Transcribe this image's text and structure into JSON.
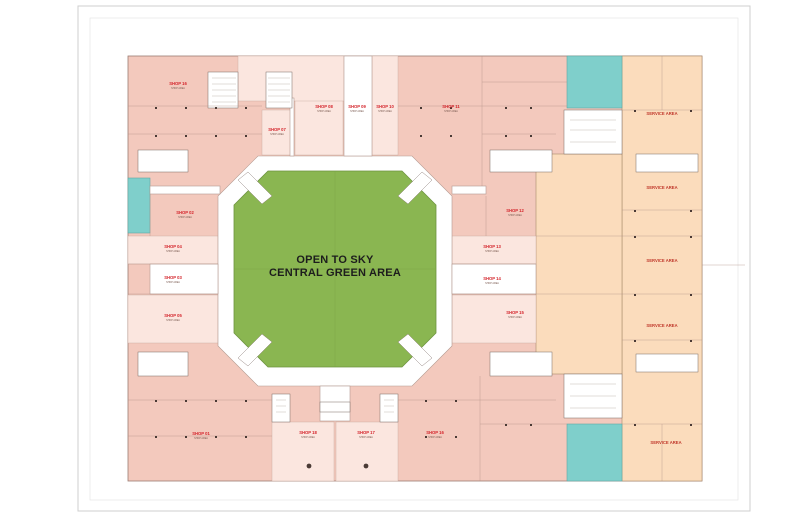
{
  "green_area": {
    "line1": "OPEN TO SKY",
    "line2": "CENTRAL GREEN AREA"
  },
  "shops": [
    {
      "id": "shop-16-top",
      "label": "SHOP 16",
      "sub": "SHOP AREA"
    },
    {
      "id": "shop-07",
      "label": "SHOP 07",
      "sub": "SHOP AREA"
    },
    {
      "id": "shop-08",
      "label": "SHOP 08",
      "sub": "SHOP AREA"
    },
    {
      "id": "shop-09",
      "label": "SHOP 09",
      "sub": "SHOP AREA"
    },
    {
      "id": "shop-10",
      "label": "SHOP 10",
      "sub": "SHOP AREA"
    },
    {
      "id": "shop-11",
      "label": "SHOP 11",
      "sub": "SHOP AREA"
    },
    {
      "id": "shop-12",
      "label": "SHOP 12",
      "sub": "SHOP AREA"
    },
    {
      "id": "shop-13",
      "label": "SHOP 13",
      "sub": "SHOP AREA"
    },
    {
      "id": "shop-14",
      "label": "SHOP 14",
      "sub": "SHOP AREA"
    },
    {
      "id": "shop-15",
      "label": "SHOP 15",
      "sub": "SHOP AREA"
    },
    {
      "id": "shop-02",
      "label": "SHOP 02",
      "sub": "SHOP AREA"
    },
    {
      "id": "shop-04",
      "label": "SHOP 04",
      "sub": "SHOP AREA"
    },
    {
      "id": "shop-03",
      "label": "SHOP 03",
      "sub": "SHOP AREA"
    },
    {
      "id": "shop-05",
      "label": "SHOP 05",
      "sub": "SHOP AREA"
    },
    {
      "id": "shop-01",
      "label": "SHOP 01",
      "sub": "SHOP AREA"
    },
    {
      "id": "shop-18",
      "label": "SHOP 18",
      "sub": "SHOP AREA"
    },
    {
      "id": "shop-17",
      "label": "SHOP 17",
      "sub": "SHOP AREA"
    },
    {
      "id": "shop-16-bottom",
      "label": "SHOP 16",
      "sub": "SHOP AREA"
    }
  ],
  "service_areas": [
    {
      "id": "service-1",
      "label": "SERVICE AREA"
    },
    {
      "id": "service-2",
      "label": "SERVICE AREA"
    },
    {
      "id": "service-3",
      "label": "SERVICE AREA"
    },
    {
      "id": "service-4",
      "label": "SERVICE AREA"
    },
    {
      "id": "service-5",
      "label": "SERVICE AREA"
    }
  ],
  "colors": {
    "shop": "#f3c9bd",
    "shop_light": "#fbe6df",
    "service": "#fbdcbc",
    "green": "#8ab651",
    "teal": "#7fcfcb",
    "corridor": "#ffffff",
    "wall": "#9b7b72"
  }
}
